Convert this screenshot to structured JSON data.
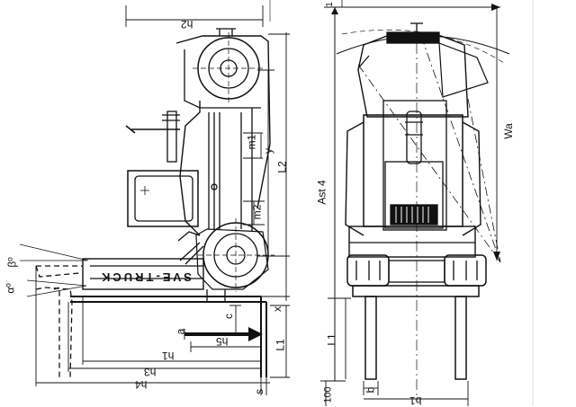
{
  "labels": {
    "h2": "h2",
    "m1": "m1",
    "y": "y",
    "L2": "L2",
    "m2": "m2",
    "x": "x",
    "c": "c",
    "a": "a",
    "h5": "h5",
    "L1_side": "L1",
    "h1": "h1",
    "h3": "h3",
    "h4": "h4",
    "s": "s",
    "alpha": "αº",
    "beta": "βº",
    "Ast4": "Ast 4",
    "Wa": "Wa",
    "L1_front": "L1",
    "top1": "1",
    "b": "b",
    "b1": "b1",
    "dim100": "100"
  },
  "brand": "SVE-TRUCK",
  "colors": {
    "ink": "#111111",
    "paper": "#ffffff"
  }
}
